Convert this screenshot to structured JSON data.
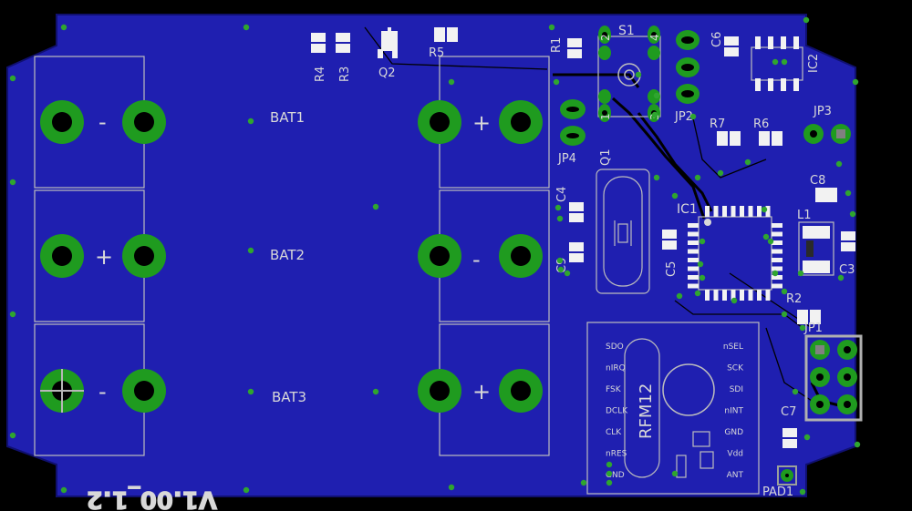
{
  "board": {
    "colors": {
      "copper_pour": "#1f1fb0",
      "pad": "#1f9b1f",
      "silkscreen": "#d8d8d8",
      "background": "#000000"
    },
    "silk_text": {
      "version": "V1.00_1.2",
      "bat1": "BAT1",
      "bat2": "BAT2",
      "bat3": "BAT3",
      "plus": "+",
      "minus": "-",
      "r1": "R1",
      "r2": "R2",
      "r3": "R3",
      "r4": "R4",
      "r5": "R5",
      "r6": "R6",
      "r7": "R7",
      "q1": "Q1",
      "q2": "Q2",
      "s1": "S1",
      "c3": "C3",
      "c4": "C4",
      "c5": "C5",
      "c6": "C6",
      "c7": "C7",
      "c8": "C8",
      "c9": "C9",
      "ic1": "IC1",
      "ic2": "IC2",
      "l1": "L1",
      "jp1": "JP1",
      "jp2": "JP2",
      "jp3": "JP3",
      "jp4": "JP4",
      "pad1": "PAD1",
      "rfm12": "RFM12",
      "s1_pin1": "1",
      "s1_pin2": "2",
      "s1_pin3": "3",
      "s1_pin4": "4"
    },
    "rfm12_pins_left": [
      "SDO",
      "nIRQ",
      "FSK",
      "DCLK",
      "CLK",
      "nRES",
      "GND"
    ],
    "rfm12_pins_right": [
      "nSEL",
      "SCK",
      "SDI",
      "nINT",
      "GND",
      "Vdd",
      "ANT"
    ]
  }
}
